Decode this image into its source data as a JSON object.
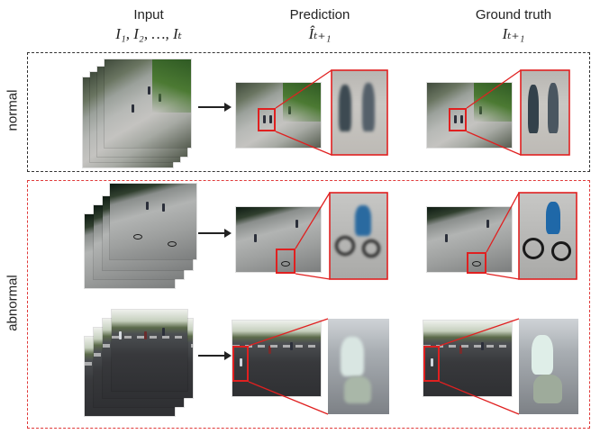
{
  "headers": {
    "input": "Input",
    "input_math": "I₁, I₂, …, Iₜ",
    "prediction": "Prediction",
    "prediction_math": "Îₜ₊₁",
    "ground_truth": "Ground truth",
    "ground_truth_math": "Iₜ₊₁"
  },
  "groups": {
    "normal": "normal",
    "abnormal": "abnormal"
  },
  "colors": {
    "normal_border": "#333333",
    "abnormal_border": "#e03a3a",
    "highlight": "#e02020"
  }
}
